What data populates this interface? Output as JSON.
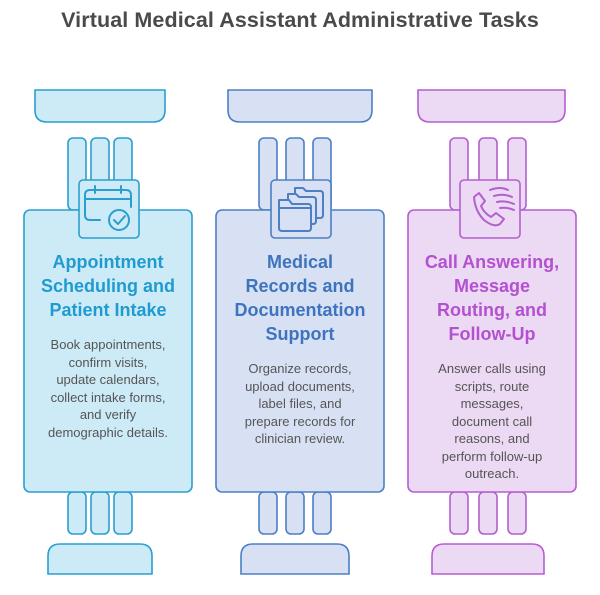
{
  "title": "Virtual Medical Assistant Administrative Tasks",
  "colors": {
    "blue": {
      "fill": "#cdebf6",
      "stroke": "#2a9fcf",
      "text": "#1f9bd0"
    },
    "indigo": {
      "fill": "#d8e1f4",
      "stroke": "#4d7fc4",
      "text": "#3d74bd"
    },
    "purple": {
      "fill": "#ecd9f3",
      "stroke": "#b45fd0",
      "text": "#b351d0"
    }
  },
  "pillars": [
    {
      "icon": "calendar-check-icon",
      "heading_lines": [
        "Appointment",
        "Scheduling and",
        "Patient Intake"
      ],
      "desc_lines": [
        "Book appointments,",
        "confirm visits,",
        "update calendars,",
        "collect intake forms,",
        "and verify",
        "demographic details."
      ]
    },
    {
      "icon": "folders-icon",
      "heading_lines": [
        "Medical",
        "Records and",
        "Documentation",
        "Support"
      ],
      "desc_lines": [
        "Organize records,",
        "upload documents,",
        "label files, and",
        "prepare records for",
        "clinician review."
      ]
    },
    {
      "icon": "phone-ringing-icon",
      "heading_lines": [
        "Call Answering,",
        "Message",
        "Routing, and",
        "Follow-Up"
      ],
      "desc_lines": [
        "Answer calls using",
        "scripts, route",
        "messages,",
        "document call",
        "reasons, and",
        "perform follow-up",
        "outreach."
      ]
    }
  ]
}
